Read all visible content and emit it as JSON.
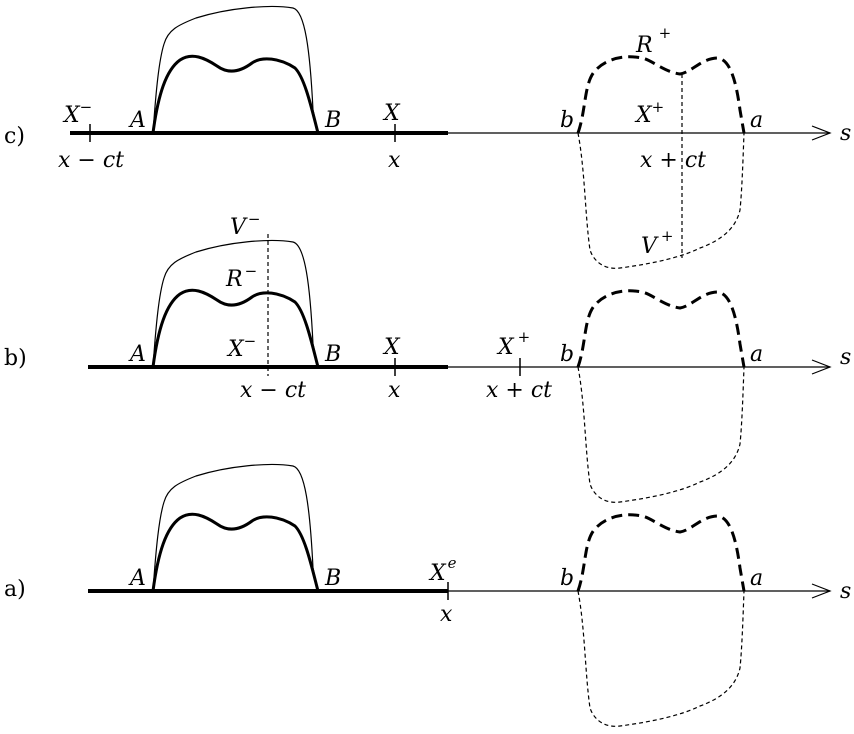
{
  "panels": [
    {
      "id": "c",
      "label": "c)",
      "labels": {
        "Xminus": "X",
        "Xminus_sup": "−",
        "A": "A",
        "B": "B",
        "X": "X",
        "b": "b",
        "a": "a",
        "s": "s",
        "xmct": "x − ct",
        "x": "x",
        "xpct": "x + ct",
        "Rplus": "R",
        "Rplus_sup": "+",
        "Xplus": "X",
        "Xplus_sup": "+",
        "Vplus": "V",
        "Vplus_sup": "+"
      }
    },
    {
      "id": "b",
      "label": "b)",
      "labels": {
        "Vminus": "V",
        "Vminus_sup": "−",
        "Rminus": "R",
        "Rminus_sup": "−",
        "Xminus": "X",
        "Xminus_sup": "−",
        "A": "A",
        "B": "B",
        "X": "X",
        "Xplus": "X",
        "Xplus_sup": "+",
        "b": "b",
        "a": "a",
        "s": "s",
        "xmct": "x − ct",
        "x": "x",
        "xpct": "x + ct"
      }
    },
    {
      "id": "a",
      "label": "a)",
      "labels": {
        "A": "A",
        "B": "B",
        "Xe": "X",
        "Xe_sup": "e",
        "b": "b",
        "a": "a",
        "s": "s",
        "x": "x"
      }
    }
  ]
}
